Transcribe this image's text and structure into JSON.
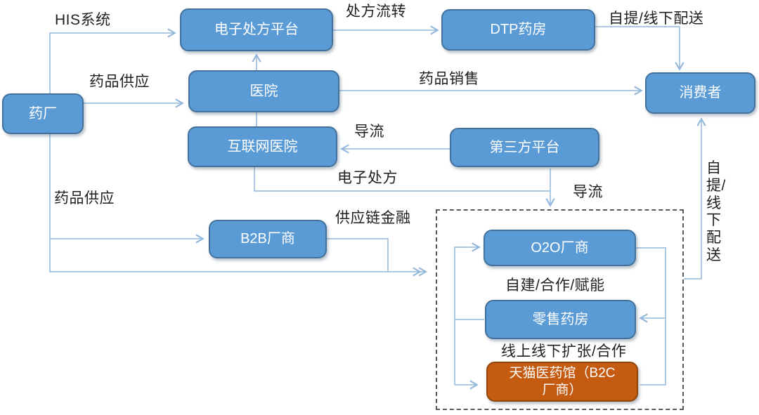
{
  "diagram": {
    "nodes": {
      "pharma_factory": {
        "label": "药厂"
      },
      "e_prescription_platform": {
        "label": "电子处方平台"
      },
      "dtp_pharmacy": {
        "label": "DTP药房"
      },
      "hospital": {
        "label": "医院"
      },
      "consumer": {
        "label": "消费者"
      },
      "internet_hospital": {
        "label": "互联网医院"
      },
      "third_party_platform": {
        "label": "第三方平台"
      },
      "b2b_vendor": {
        "label": "B2B厂商"
      },
      "o2o_vendor": {
        "label": "O2O厂商"
      },
      "retail_pharmacy": {
        "label": "零售药房"
      },
      "tmall_medical_b2c": {
        "label": "天猫医药馆（B2C\n厂商）"
      }
    },
    "edge_labels": {
      "his_system": "HIS系统",
      "prescription_flow": "处方流转",
      "pickup_offline_delivery_top": "自提/线下配送",
      "drug_supply_top": "药品供应",
      "drug_sales": "药品销售",
      "traffic_diversion_1": "导流",
      "e_prescription": "电子处方",
      "drug_supply_bottom": "药品供应",
      "supply_chain_finance": "供应链金融",
      "traffic_diversion_2": "导流",
      "self_build_coop_enable": "自建/合作/赋能",
      "online_offline_expand_coop": "线上线下扩张/合作",
      "pickup_offline_delivery_right": "自\n提/\n线\n下\n配\n送"
    },
    "colors": {
      "node_fill_blue": "#5B9BD5",
      "node_border_blue": "#41719C",
      "node_fill_orange": "#C55A11",
      "node_border_orange": "#8F4408",
      "connector": "#94B7DC",
      "dashed_border": "#595959",
      "node_text": "#FFFFFF",
      "label_text": "#1F1F1F"
    }
  }
}
